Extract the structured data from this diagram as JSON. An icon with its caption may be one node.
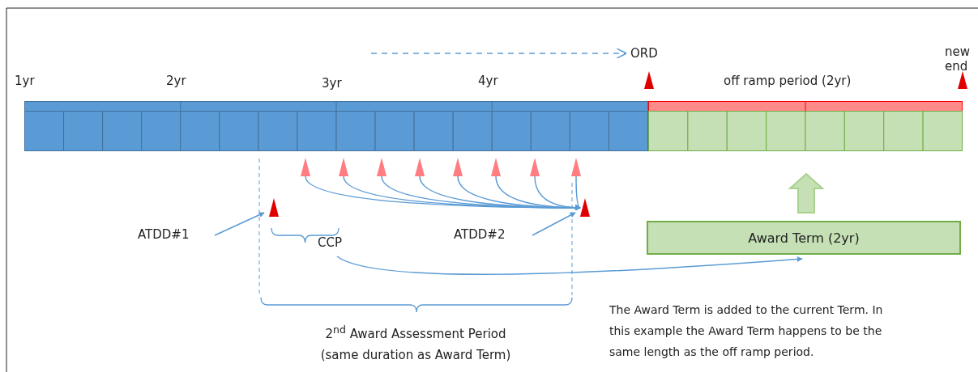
{
  "diagram": {
    "nodes": [
      {
        "text": [
          "ORD"
        ]
      },
      {
        "text": [],
        "shape": "bar"
      },
      {
        "text": [],
        "shape": "bar"
      },
      {
        "text": [],
        "shape": "triangle"
      },
      {
        "text": [],
        "shape": "triangle"
      },
      {
        "text": [],
        "shape": "triangle"
      },
      {
        "text": [],
        "shape": "triangle"
      },
      {
        "text": [],
        "shape": "triangle"
      },
      {
        "text": [],
        "shape": "triangle"
      },
      {
        "text": [],
        "shape": "triangle"
      },
      {
        "text": [],
        "shape": "triangle"
      },
      {
        "text": [],
        "shape": "triangle"
      },
      {
        "text": [],
        "shape": "triangle"
      },
      {
        "text": [
          "ATDD#1"
        ]
      },
      {
        "text": [
          "ATDD#2"
        ]
      },
      {
        "text": [
          "CCP"
        ]
      },
      {
        "text": [
          "Award Term (2yr)"
        ]
      }
    ],
    "edges": [
      {
        "from": null,
        "to": 0,
        "arrow": "to",
        "style": "dashed"
      },
      {
        "from": 3,
        "to": 12,
        "arrow": "to"
      },
      {
        "from": 4,
        "to": 12,
        "arrow": "to"
      },
      {
        "from": 5,
        "to": 12,
        "arrow": "to"
      },
      {
        "from": 6,
        "to": 12,
        "arrow": "to"
      },
      {
        "from": 7,
        "to": 12,
        "arrow": "to"
      },
      {
        "from": 8,
        "to": 12,
        "arrow": "to"
      },
      {
        "from": 9,
        "to": 12,
        "arrow": "to"
      },
      {
        "from": 10,
        "to": 12,
        "arrow": "to"
      },
      {
        "from": 13,
        "to": 11,
        "arrow": "to"
      },
      {
        "from": 14,
        "to": 12,
        "arrow": "to"
      },
      {
        "from": 15,
        "to": 16,
        "arrow": "to"
      },
      {
        "from": 16,
        "to": 2,
        "arrow": "to",
        "style": "thick",
        "color": "#a9d18e"
      }
    ],
    "labels": [
      "new end",
      "1yr",
      "2yr",
      "3yr",
      "4yr",
      "off ramp period (2yr)",
      "2$^{nd}$ Award Assessment Period (same duration as Award Term)",
      "The Award Term is added to the current Term. In this example the Award Term happens to be the same length as the off ramp period."
    ]
  }
}
